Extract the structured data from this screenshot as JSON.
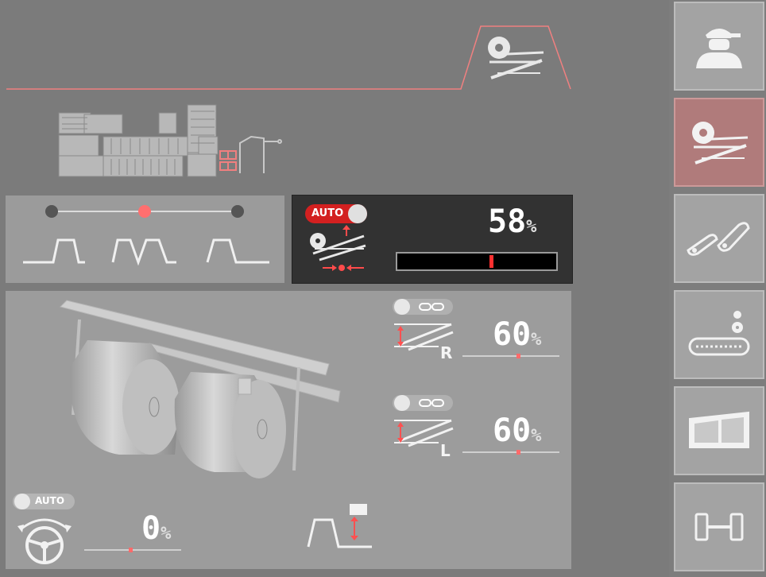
{
  "main": {
    "tab_icon": "mower-tab-icon",
    "accent": "#ff7f7f"
  },
  "mode_selector": {
    "selected_index": 1,
    "options": [
      "profile-single-icon",
      "profile-double-icon",
      "profile-wide-icon"
    ]
  },
  "auto_pressure": {
    "badge_label": "AUTO",
    "value": "58",
    "unit": "%",
    "bar_fraction": 0.58
  },
  "right_side": {
    "label": "R",
    "value": "60",
    "unit": "%"
  },
  "left_side": {
    "label": "L",
    "value": "60",
    "unit": "%"
  },
  "steering": {
    "auto_label": "AUTO",
    "value": "0",
    "unit": "%"
  },
  "sidebar": {
    "items": [
      {
        "name": "operator",
        "icon": "operator-icon"
      },
      {
        "name": "mower",
        "icon": "mower-icon",
        "active": true
      },
      {
        "name": "conditioner",
        "icon": "conditioner-icon"
      },
      {
        "name": "conveyor",
        "icon": "conveyor-icon"
      },
      {
        "name": "tailgate",
        "icon": "tailgate-icon"
      },
      {
        "name": "axle",
        "icon": "axle-icon"
      }
    ]
  }
}
